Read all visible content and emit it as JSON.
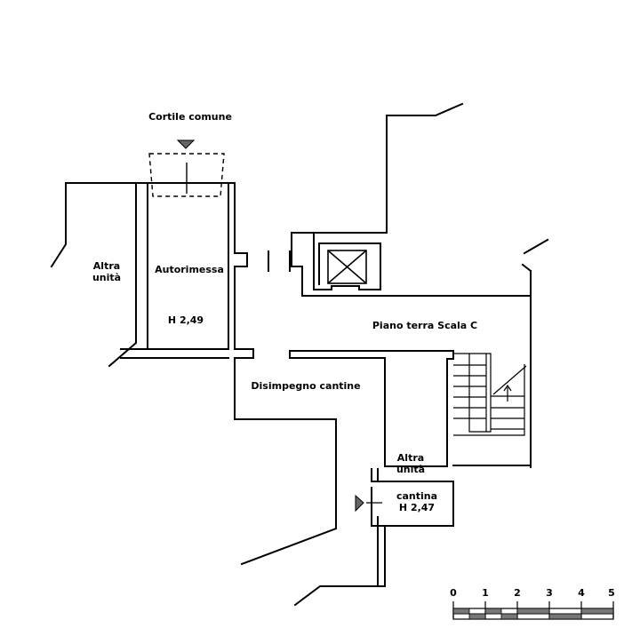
{
  "labels": {
    "cortile": "Cortile comune",
    "altra_unita_left_1": "Altra",
    "altra_unita_left_2": "unità",
    "autorimessa": "Autorimessa",
    "autorimessa_height": "H  2,49",
    "piano_terra": "Piano terra  Scala C",
    "disimpegno": "Disimpegno cantine",
    "altra_unita_right_1": "Altra",
    "altra_unita_right_2": "unità",
    "cantina": "cantina",
    "cantina_height": "H  2,47"
  },
  "scale_bar": {
    "ticks": [
      "0",
      "1",
      "2",
      "3",
      "4",
      "5"
    ]
  },
  "colors": {
    "line": "#000000",
    "marker": "#666666",
    "scale_fill": "#777777"
  }
}
